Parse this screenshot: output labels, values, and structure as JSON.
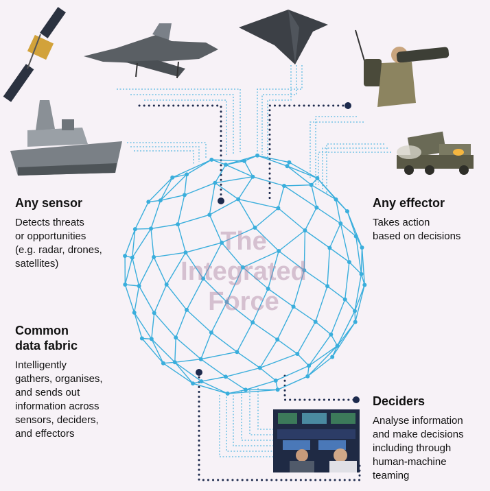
{
  "center_title_lines": [
    "The",
    "Integrated",
    "Force"
  ],
  "sensor": {
    "title": "Any sensor",
    "lines": [
      "Detects threats",
      "or opportunities",
      "(e.g. radar, drones,",
      "satellites)"
    ]
  },
  "effector": {
    "title": "Any effector",
    "lines": [
      "Takes action",
      "based on decisions"
    ]
  },
  "fabric": {
    "title_lines": [
      "Common",
      "data fabric"
    ],
    "lines": [
      "Intelligently",
      "gathers, organises,",
      "and sends out",
      "information across",
      "sensors, deciders,",
      "and effectors"
    ]
  },
  "deciders": {
    "title": "Deciders",
    "lines": [
      "Analyse information",
      "and make decisions",
      "including through",
      "human-machine",
      "teaming"
    ]
  },
  "colors": {
    "background": "#f7f2f7",
    "network": "#3aaedc",
    "navy": "#1d2a4d",
    "title_overlay": "#aa82a0"
  },
  "icons": [
    "satellite-icon",
    "fighter-jet-icon",
    "stealth-drone-icon",
    "soldier-launcher-icon",
    "warship-icon",
    "rocket-launcher-icon",
    "control-room-icon"
  ]
}
